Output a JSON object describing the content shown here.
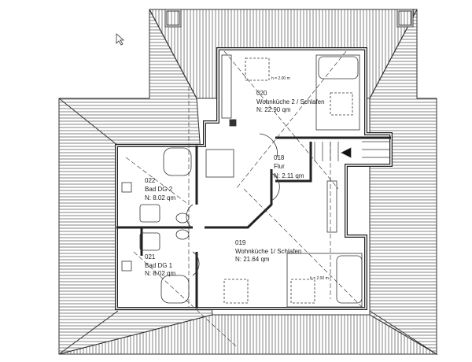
{
  "rooms": [
    {
      "number": "020",
      "name": "Wohnküche 2 / Schlafen",
      "area": "N:  22.90  qm"
    },
    {
      "number": "018",
      "name": "Flur",
      "area": "N:  2.11  qm"
    },
    {
      "number": "022",
      "name": "Bad DG 2",
      "area": "N:  8.02  qm"
    },
    {
      "number": "021",
      "name": "Bad DG 1",
      "area": "N:  8.02  qm"
    },
    {
      "number": "019",
      "name": "Wohnküche 1/ Schlafen",
      "area": "N:  21.64  qm"
    }
  ],
  "dimensions": {
    "top": "h = 2.00 m",
    "bottom": "h = 2.00 m"
  },
  "colors": {
    "line": "#222222",
    "hatch": "#555555",
    "background": "#ffffff"
  }
}
